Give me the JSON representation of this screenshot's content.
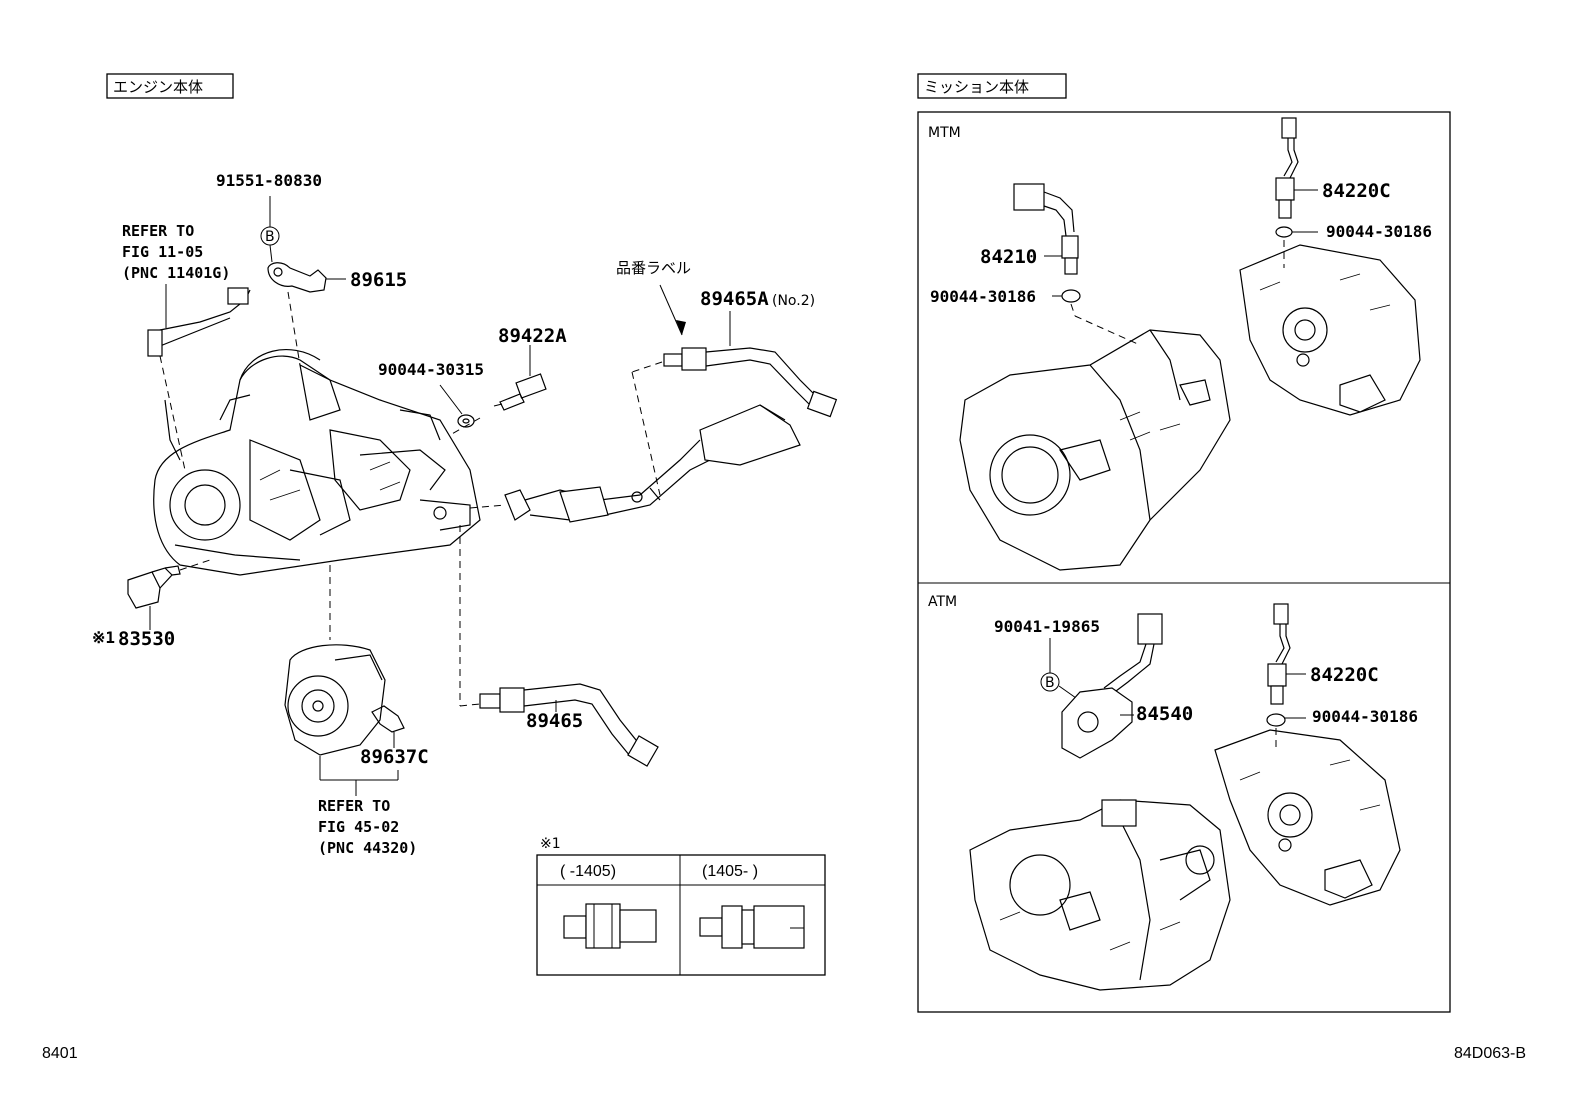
{
  "sections": {
    "engine_title": "エンジン本体",
    "mission_title": "ミッション本体",
    "mtm_label": "MTM",
    "atm_label": "ATM"
  },
  "callouts": {
    "p91551": "91551-80830",
    "p89615": "89615",
    "refer1_line1": "REFER TO",
    "refer1_line2": "FIG 11-05",
    "refer1_line3": "(PNC 11401G)",
    "label_ja": "品番ラベル",
    "p89465A": "89465A",
    "p89465A_no": "(No.2)",
    "p89422A": "89422A",
    "p90044_30315": "90044-30315",
    "p83530_mark": "※1",
    "p83530": "83530",
    "p89465": "89465",
    "p89637C": "89637C",
    "refer2_line1": "REFER TO",
    "refer2_line2": "FIG 45-02",
    "refer2_line3": "(PNC 44320)",
    "p84220C_mtm": "84220C",
    "p90044_mtm_right": "90044-30186",
    "p84210": "84210",
    "p90044_mtm_left": "90044-30186",
    "p90041": "90041-19865",
    "p84540": "84540",
    "p84220C_atm": "84220C",
    "p90044_atm": "90044-30186",
    "b_mark": "B"
  },
  "variant_table": {
    "mark": "※1",
    "col1": "(    -1405)",
    "col2": "(1405-    )"
  },
  "footer": {
    "left_code": "8401",
    "right_code": "84D063-B"
  }
}
